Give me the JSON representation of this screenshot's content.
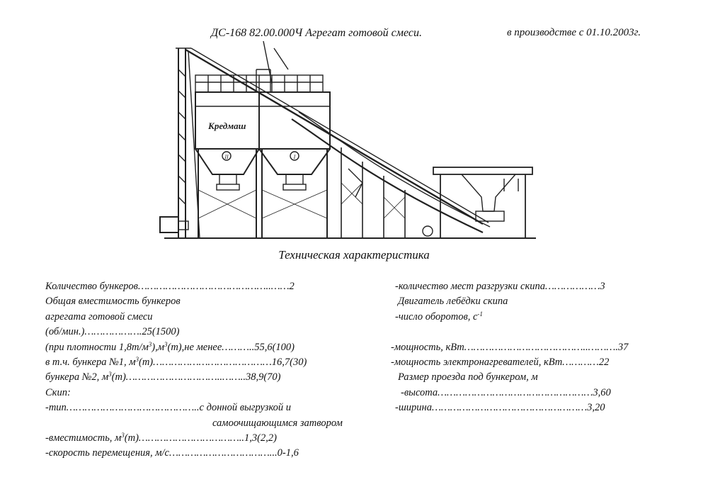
{
  "header": {
    "title": "ДС-168 82.00.000Ч Агрегат готовой смеси.",
    "date": "в производстве с 01.10.2003г."
  },
  "drawing": {
    "icon": "mixing-plant-drawing",
    "label": "Кредмаш",
    "bunker1_marker": "II",
    "bunker2_marker": "I"
  },
  "spec": {
    "heading": "Техническая характеристика",
    "left": {
      "l1": "Количество бункеров……………………………………..……2",
      "l2": "Общая вместимость бункеров",
      "l3": "агрегата готовой смеси",
      "l4": "(об/мин.)……………….25(1500)",
      "l5a": "(при плотности 1,8т/м",
      "l5sup1": "3",
      "l5b": "),м",
      "l5sup2": "3",
      "l5c": "(т),не менее………..55,6(100)",
      "l6a": "в т.ч. бункера №1, м",
      "l6sup": "3",
      "l6b": "(т)…………………………………16,7(30)",
      "l7a": "бункера №2, м",
      "l7sup": "3",
      "l7b": "(т)…………………………..……..38,9(70)",
      "l8": "Скип:",
      "l9": "-тип……………………………………..с донной выгрузкой и",
      "l10": "самоочищающимся затвором",
      "l11a": "-вместимость, м",
      "l11sup": "3",
      "l11b": "(т)……………………………..1,3(2,2)",
      "l12": "-скорость перемещения, м/с……………………………...0-1,6"
    },
    "right": {
      "r1": "-количество мест разгрузки скипа………………3",
      "r2": "Двигатель лебёдки скипа",
      "r3a": "-число оборотов, с",
      "r3sup": "-1",
      "r4": "-мощность, кВт…………………………………..……….37",
      "r5": "-мощность электронагревателей, кВт…………22",
      "r6": "Размер проезда под бункером, м",
      "r7": "-высота……………………………………………3,60",
      "r8": "-ширина……………………………………………3,20"
    }
  }
}
